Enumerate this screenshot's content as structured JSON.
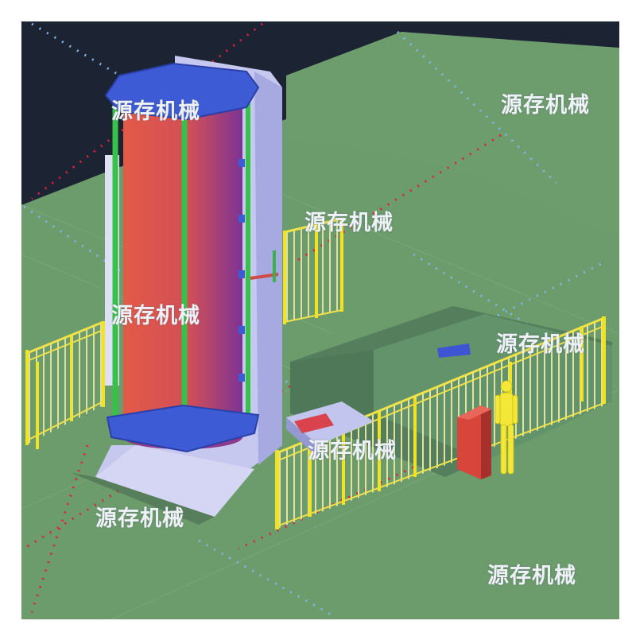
{
  "watermarks": [
    "源存机械",
    "源存机械",
    "源存机械",
    "源存机械",
    "源存机械",
    "源存机械",
    "源存机械"
  ],
  "colors": {
    "ground": "#6b9b6c",
    "ground_far": "#699c69",
    "sky": "#1b2232",
    "column_body": "#e2574a",
    "column_shade": "#8e3a8f",
    "cap": "#3e5bd6",
    "rail": "#35c046",
    "frame": "#b6b9ea",
    "fence": "#e3e39a",
    "fence_post": "#f1e020",
    "pit": "#4e7a55",
    "cabinet": "#d9453a",
    "worker": "#f3e838",
    "dotted_red": "#e11f3c",
    "dotted_blue": "#7fb2e6"
  }
}
